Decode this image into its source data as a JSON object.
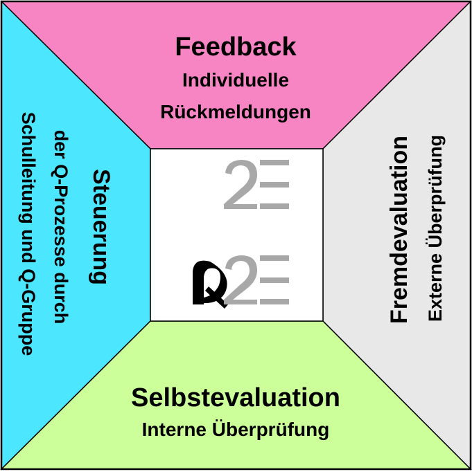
{
  "colors": {
    "feedback": "#f785c4",
    "steuerung": "#4ce6ff",
    "fremdevaluation": "#e8e8e8",
    "selbstevaluation": "#ccff99",
    "center": "#ffffff",
    "logo_gray": "#a8a8a8",
    "logo_black": "#000000",
    "outline": "#000000"
  },
  "feedback": {
    "title": "Feedback",
    "line1": "Individuelle",
    "line2": "Rückmeldungen"
  },
  "steuerung": {
    "title": "Steuerung",
    "line1": "der  Q-Prozesse durch",
    "line2": "Schulleitung und Q-Gruppe"
  },
  "fremdevaluation": {
    "title": "Fremdevaluation",
    "subtitle": "Externe Überprüfung"
  },
  "selbstevaluation": {
    "title": "Selbstevaluation",
    "subtitle": "Interne Überprüfung"
  },
  "logo": {
    "top_icon": "q2e-logo-faded",
    "bottom_icon": "q2e-logo"
  }
}
